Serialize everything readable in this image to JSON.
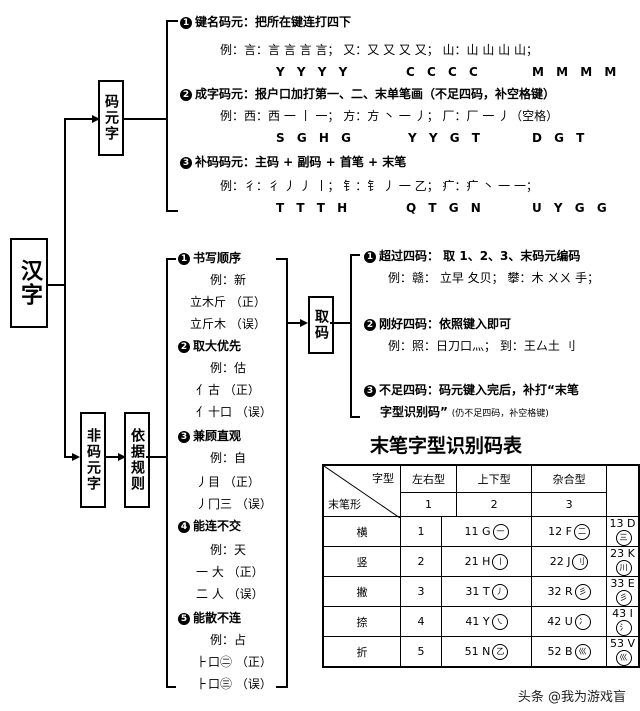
{
  "boxes": {
    "hanzi": "汉字",
    "mayuanzi": "码元字",
    "feimayuanzi": "非码元字",
    "yijuguize": "依据规则",
    "quma": "取码"
  },
  "top_section": {
    "item1_title": "键名码元：把所在键连打四下",
    "item1_example": "例：言：言 言 言 言；  又：又 又 又 又；   山：山 山 山 山；",
    "item1_codes": [
      "Y Y Y Y",
      "C C C C",
      "M M M M"
    ],
    "item2_title": "成字码元：报户口加打第一、二、末单笔画（不足四码，补空格键）",
    "item2_example": "例：西：西 一 丨 一；  方：方  丶 一 丿；  厂：厂 一 丿（空格）",
    "item2_codes": [
      "S G H G",
      "Y Y G T",
      "D G T"
    ],
    "item3_title": "补码码元：主码 + 副码 + 首笔 + 末笔",
    "item3_example": "例：彳：彳 丿 丿 丨；     钅：钅 丿 一 乙；    疒：疒 丶 一 一；",
    "item3_codes": [
      "T T T H",
      "Q T G N",
      "U Y G G"
    ]
  },
  "rules": {
    "r1_title": "书写顺序",
    "r1_example": "例：新",
    "r1_right": "立木斤 （正）",
    "r1_wrong": "立斤木 （误）",
    "r2_title": "取大优先",
    "r2_example": "例：估",
    "r2_right": "亻古   （正）",
    "r2_wrong": "亻十口 （误）",
    "r3_title": "兼顾直观",
    "r3_example": "例：自",
    "r3_right": "丿目   （正）",
    "r3_wrong": "丿冂三 （误）",
    "r4_title": "能连不交",
    "r4_example": "例：天",
    "r4_right": "一 大  （正）",
    "r4_wrong": "二 人  （误）",
    "r5_title": "能散不连",
    "r5_example": "例：占",
    "r5_right": "⺊口㊁ （正）",
    "r5_wrong": "⺊口㊂ （误）"
  },
  "quma_items": {
    "q1_title": "超过四码： 取 1、2、3、末码元编码",
    "q1_example": "例：赣： 立早 夂贝； 攀：木 ㄨㄨ 手；",
    "q2_title": "刚好四码：依照键入即可",
    "q2_example": "例：照：日刀口灬； 到：王厶土 刂",
    "q3_title": "不足四码：码元键入完后，补打“末笔",
    "q3_line2": "字型识别码”",
    "q3_note": "(仍不足四码，补空格键)"
  },
  "table": {
    "title": "末笔字型识别码表",
    "header_zixing": "字型",
    "header_mobi": "末笔形",
    "cols": [
      "左右型",
      "上下型",
      "杂合型"
    ],
    "col_nums": [
      "1",
      "2",
      "3"
    ],
    "rows": [
      {
        "stroke": "横",
        "num": "1",
        "cells": [
          "11 G",
          "12 F",
          "13 D"
        ],
        "marks": [
          "一",
          "二",
          "三"
        ]
      },
      {
        "stroke": "竖",
        "num": "2",
        "cells": [
          "21 H",
          "22 J",
          "23 K"
        ],
        "marks": [
          "丨",
          "刂",
          "川"
        ]
      },
      {
        "stroke": "撇",
        "num": "3",
        "cells": [
          "31 T",
          "32 R",
          "33 E"
        ],
        "marks": [
          "丿",
          "彡",
          "彡"
        ]
      },
      {
        "stroke": "捺",
        "num": "4",
        "cells": [
          "41 Y",
          "42 U",
          "43 I"
        ],
        "marks": [
          "㇏",
          "冫",
          "氵"
        ]
      },
      {
        "stroke": "折",
        "num": "5",
        "cells": [
          "51 N",
          "52 B",
          "53 V"
        ],
        "marks": [
          "乙",
          "巛",
          "巛"
        ]
      }
    ]
  },
  "footer": "头条 @我为游戏盲"
}
